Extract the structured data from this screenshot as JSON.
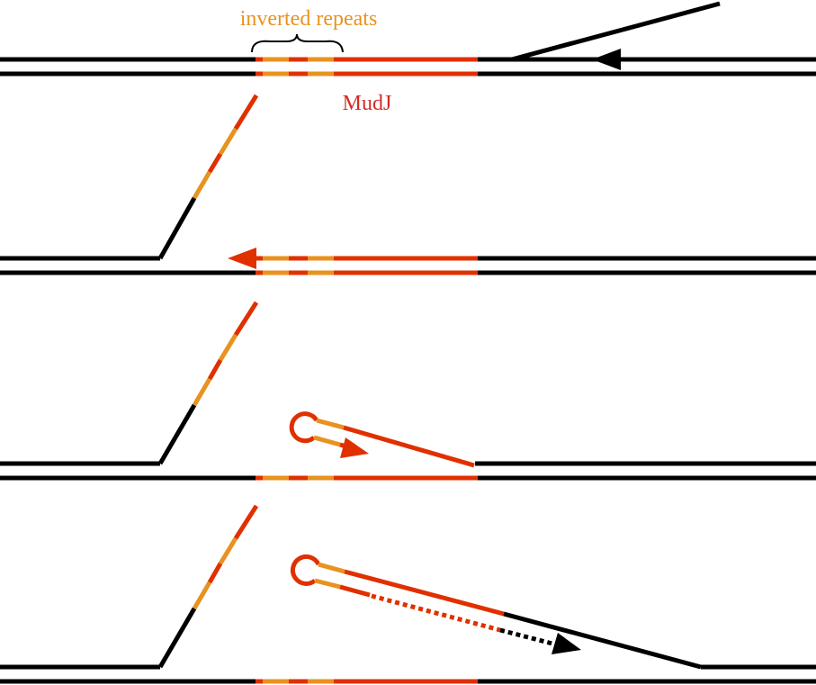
{
  "labels": {
    "inverted_repeats": "inverted repeats",
    "element": "MudJ"
  },
  "colors": {
    "dna": "#000000",
    "element": "#e03000",
    "repeat": "#e8921f",
    "element_label": "#d42a24",
    "repeat_label": "#e8921f"
  },
  "panels": [
    {
      "step": 1,
      "description_shown": false
    },
    {
      "step": 2,
      "description_shown": false
    },
    {
      "step": 3,
      "description_shown": false
    },
    {
      "step": 4,
      "description_shown": false
    }
  ]
}
